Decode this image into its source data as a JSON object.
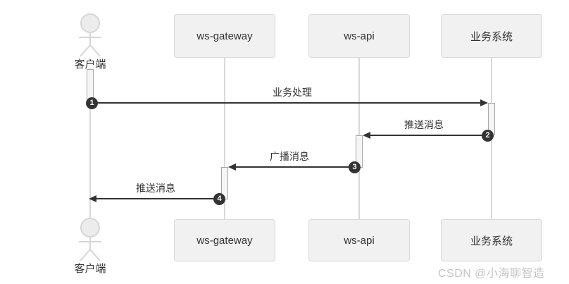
{
  "diagram": {
    "type": "sequence-diagram",
    "participants": [
      {
        "id": "client",
        "label": "客户端",
        "kind": "actor"
      },
      {
        "id": "ws-gateway",
        "label": "ws-gateway",
        "kind": "component"
      },
      {
        "id": "ws-api",
        "label": "ws-api",
        "kind": "component"
      },
      {
        "id": "business-system",
        "label": "业务系统",
        "kind": "component"
      }
    ],
    "messages": [
      {
        "seq": "1",
        "label": "业务处理",
        "from": "客户端",
        "to": "业务系统"
      },
      {
        "seq": "2",
        "label": "推送消息",
        "from": "业务系统",
        "to": "ws-api"
      },
      {
        "seq": "3",
        "label": "广播消息",
        "from": "ws-api",
        "to": "ws-gateway"
      },
      {
        "seq": "4",
        "label": "推送消息",
        "from": "ws-gateway",
        "to": "客户端"
      }
    ],
    "watermark": "CSDN @小海聊智造",
    "colors": {
      "background": "#ffffff",
      "box_fill": "#f1f1f1",
      "box_border": "#d9d9d9",
      "lifeline": "#d9d9d9",
      "activation_fill": "#f5f5f5",
      "activation_border": "#a6a6a6",
      "arrow": "#333333",
      "badge_bg": "#333333",
      "badge_text": "#ffffff",
      "text": "#333333",
      "watermark": "#c4c4c4",
      "actor_fill": "#ececec",
      "actor_stroke": "#d6d6d6"
    }
  }
}
